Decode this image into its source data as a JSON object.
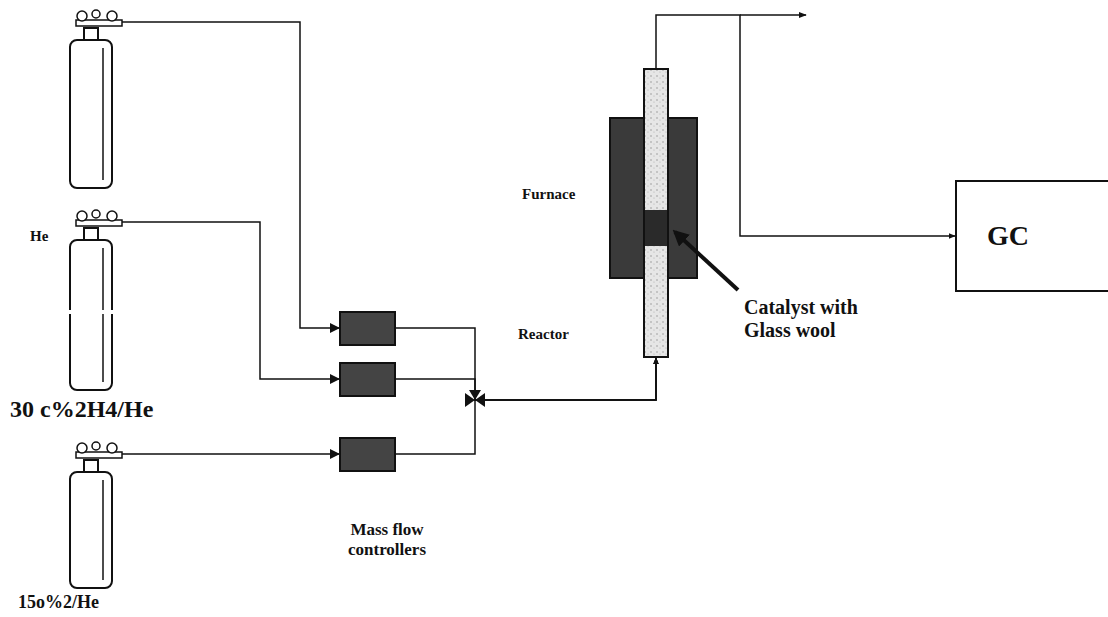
{
  "diagram": {
    "nodes": [
      {
        "text": [
          "He"
        ]
      },
      {
        "text": [
          "30 c%2H4/He"
        ]
      },
      {
        "text": [
          "15o%2/He"
        ]
      },
      {
        "text": [
          "Reactor"
        ]
      },
      {
        "text": [
          "GC"
        ]
      }
    ],
    "edges": [
      {
        "from": 0,
        "to": 3,
        "arrow": "to"
      },
      {
        "from": 1,
        "to": 3,
        "arrow": "to"
      },
      {
        "from": 2,
        "to": 3,
        "arrow": "to"
      },
      {
        "from": 3,
        "to": 4,
        "arrow": "to"
      }
    ],
    "labels": [
      "Furnace",
      "Catalyst with Glass wool",
      "Mass flow controllers"
    ]
  }
}
